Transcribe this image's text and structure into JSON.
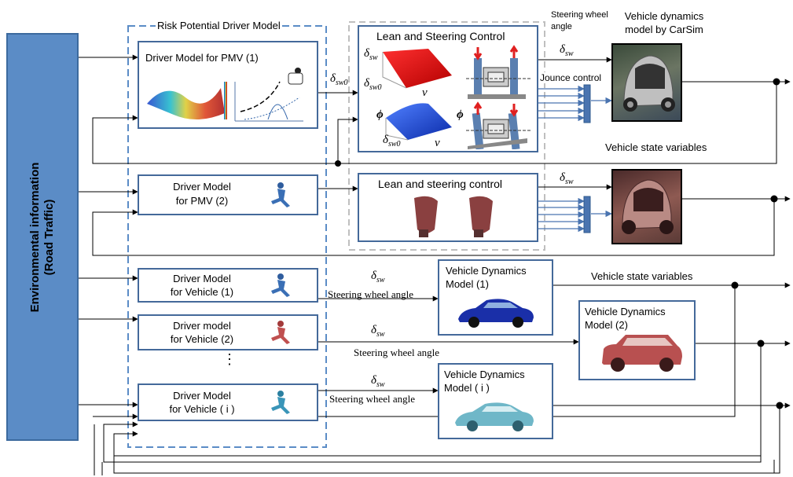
{
  "env": {
    "line1": "Environmental information",
    "line2": "(Road Traffic)"
  },
  "risk_model_title": "Risk Potential Driver Model",
  "driver_models": {
    "pmv1": "Driver Model for PMV (1)",
    "pmv2_line1": "Driver Model",
    "pmv2_line2": "for PMV (2)",
    "veh1_line1": "Driver Model",
    "veh1_line2": "for Vehicle (1)",
    "veh2_line1": "Driver model",
    "veh2_line2": "for Vehicle (2)",
    "vehi_line1": "Driver Model",
    "vehi_line2": "for Vehicle ( i )",
    "ellipsis": "⋮"
  },
  "lean_control_1": {
    "title": "Lean and Steering Control",
    "d_sw": "δ",
    "d_sw_sub": "sw",
    "d_sw0": "δ",
    "d_sw0_sub": "sw0",
    "v": "v",
    "phi": "ϕ"
  },
  "lean_control_2": {
    "title": "Lean and steering control"
  },
  "labels": {
    "steering_wheel_angle_top_1": "Steering wheel",
    "steering_wheel_angle_top_2": "angle",
    "vehicle_dyn_carsim_1": "Vehicle dynamics",
    "vehicle_dyn_carsim_2": "model by CarSim",
    "jounce_control": "Jounce control",
    "vehicle_state_1": "Vehicle state variables",
    "vehicle_state_2": "Vehicle state variables",
    "steering_angle": "Steering wheel angle",
    "delta": "δ",
    "sw": "sw",
    "sw0": "sw0"
  },
  "vdm": {
    "v1_line1": "Vehicle Dynamics",
    "v1_line2": "Model (1)",
    "v2_line1": "Vehicle Dynamics",
    "v2_line2": "Model (2)",
    "vi_line1": "Vehicle Dynamics",
    "vi_line2": "Model ( i )"
  },
  "colors": {
    "box_border": "#44699a",
    "env_fill": "#5b8cc6",
    "dashed_blue": "#5b8cc6",
    "dashed_gray": "#bfbfbf",
    "signal_blue": "#4a74b0"
  }
}
